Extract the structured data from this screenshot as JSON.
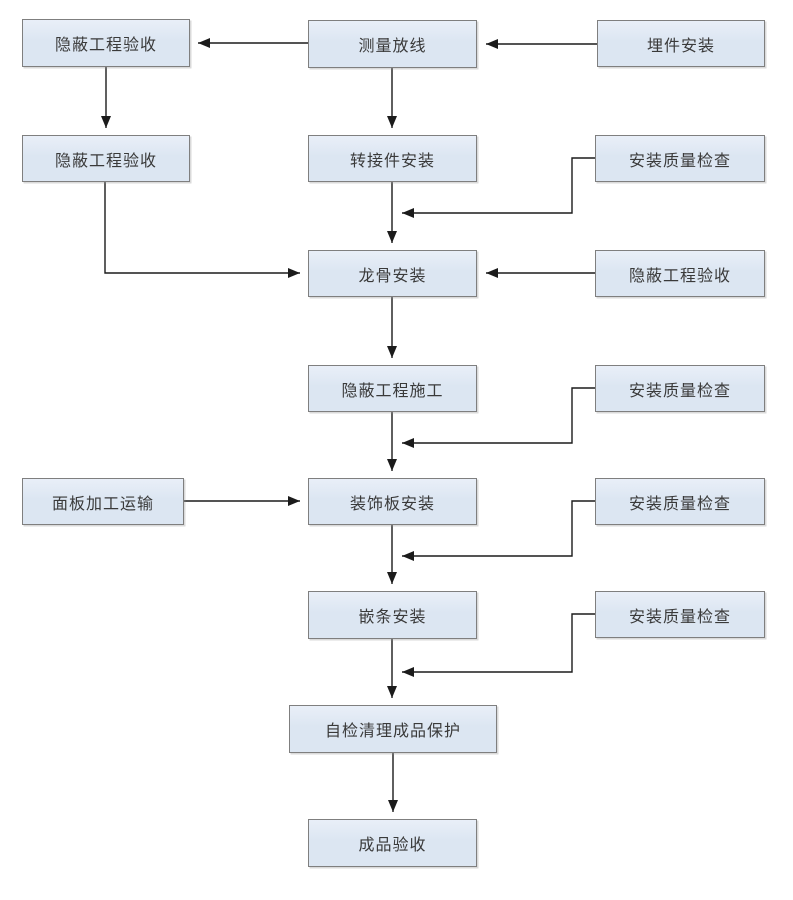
{
  "diagram": {
    "type": "flowchart",
    "colors": {
      "node_fill": "#dce6f2",
      "node_border": "#7f7f7f",
      "connector": "#1b1b1b",
      "text": "#3a3a3a",
      "background": "#ffffff"
    },
    "nodes": [
      {
        "id": "hidden-works-acceptance-1",
        "label": "隐蔽工程验收"
      },
      {
        "id": "measure-layout",
        "label": "测量放线"
      },
      {
        "id": "embedded-parts-install",
        "label": "埋件安装"
      },
      {
        "id": "hidden-works-acceptance-2",
        "label": "隐蔽工程验收"
      },
      {
        "id": "adapter-install",
        "label": "转接件安装"
      },
      {
        "id": "quality-check-1",
        "label": "安装质量检查"
      },
      {
        "id": "keel-install",
        "label": "龙骨安装"
      },
      {
        "id": "hidden-works-acceptance-3",
        "label": "隐蔽工程验收"
      },
      {
        "id": "hidden-works-construction",
        "label": "隐蔽工程施工"
      },
      {
        "id": "quality-check-2",
        "label": "安装质量检查"
      },
      {
        "id": "panel-processing-transport",
        "label": "面板加工运输"
      },
      {
        "id": "decorative-panel-install",
        "label": "装饰板安装"
      },
      {
        "id": "quality-check-3",
        "label": "安装质量检查"
      },
      {
        "id": "trim-strip-install",
        "label": "嵌条安装"
      },
      {
        "id": "quality-check-4",
        "label": "安装质量检查"
      },
      {
        "id": "self-check-cleanup-protection",
        "label": "自检清理成品保护"
      },
      {
        "id": "finished-product-acceptance",
        "label": "成品验收"
      }
    ],
    "edges": [
      {
        "from": "embedded-parts-install",
        "to": "measure-layout"
      },
      {
        "from": "measure-layout",
        "to": "hidden-works-acceptance-1"
      },
      {
        "from": "hidden-works-acceptance-1",
        "to": "hidden-works-acceptance-2"
      },
      {
        "from": "measure-layout",
        "to": "adapter-install"
      },
      {
        "from": "adapter-install",
        "to": "keel-install"
      },
      {
        "from": "quality-check-1",
        "to": "keel-install"
      },
      {
        "from": "hidden-works-acceptance-2",
        "to": "keel-install"
      },
      {
        "from": "hidden-works-acceptance-3",
        "to": "keel-install"
      },
      {
        "from": "keel-install",
        "to": "hidden-works-construction"
      },
      {
        "from": "hidden-works-construction",
        "to": "decorative-panel-install"
      },
      {
        "from": "quality-check-2",
        "to": "decorative-panel-install"
      },
      {
        "from": "panel-processing-transport",
        "to": "decorative-panel-install"
      },
      {
        "from": "decorative-panel-install",
        "to": "trim-strip-install"
      },
      {
        "from": "quality-check-3",
        "to": "trim-strip-install"
      },
      {
        "from": "trim-strip-install",
        "to": "self-check-cleanup-protection"
      },
      {
        "from": "quality-check-4",
        "to": "self-check-cleanup-protection"
      },
      {
        "from": "self-check-cleanup-protection",
        "to": "finished-product-acceptance"
      }
    ]
  }
}
